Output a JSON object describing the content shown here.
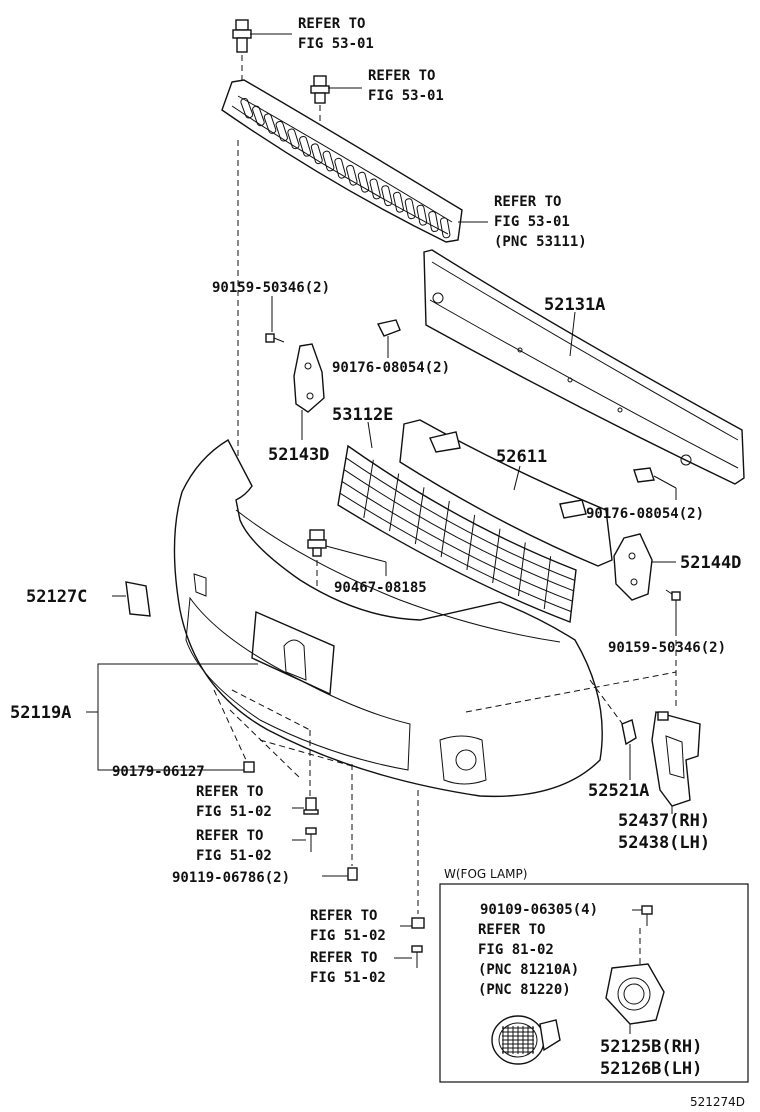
{
  "labels": {
    "refer_fig_53_01_a": [
      "REFER TO",
      "FIG 53-01"
    ],
    "refer_fig_53_01_b": [
      "REFER TO",
      "FIG 53-01"
    ],
    "refer_fig_53_01_c": [
      "REFER TO",
      "FIG 53-01",
      "(PNC 53111)"
    ],
    "p90159_50346_upper": "90159-50346(2)",
    "p52131A": "52131A",
    "p90176_08054_left": "90176-08054(2)",
    "p53112E": "53112E",
    "p52143D": "52143D",
    "p52611": "52611",
    "p90176_08054_right": "90176-08054(2)",
    "p52144D": "52144D",
    "p90467_08185": "90467-08185",
    "p52127C": "52127C",
    "p90159_50346_lower": "90159-50346(2)",
    "p52119A": "52119A",
    "p90179_06127": "90179-06127",
    "p52521A": "52521A",
    "p52437_52438": [
      "52437(RH)",
      "52438(LH)"
    ],
    "refer_fig_51_02_a": [
      "REFER TO",
      "FIG 51-02"
    ],
    "refer_fig_51_02_b": [
      "REFER TO",
      "FIG 51-02"
    ],
    "p90119_06786": "90119-06786(2)",
    "refer_fig_51_02_c": [
      "REFER TO",
      "FIG 51-02"
    ],
    "refer_fig_51_02_d": [
      "REFER TO",
      "FIG 51-02"
    ]
  },
  "fog_lamp_box": {
    "title": "W(FOG LAMP)",
    "p90109_06305": "90109-06305(4)",
    "refer_fig_81_02": [
      "REFER TO",
      "FIG 81-02",
      "(PNC 81210A)",
      "(PNC 81220)"
    ],
    "p52125B_52126B": [
      "52125B(RH)",
      "52126B(LH)"
    ]
  },
  "diagram_id": "521274D"
}
